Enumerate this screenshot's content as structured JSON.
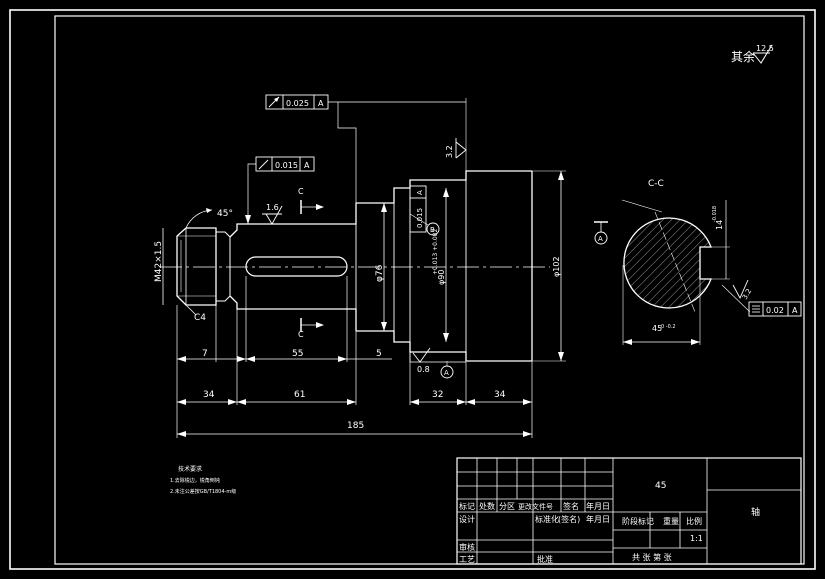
{
  "sheet": {
    "surface_note": "其余",
    "surface_value": "12.5",
    "scale": "1:1"
  },
  "tolerances": {
    "top_runout": {
      "value": "0.025",
      "datum": "A"
    },
    "mid_runout": {
      "value": "0.015",
      "datum": "A"
    },
    "vertical_frame": {
      "value": "0.015",
      "datum": "A"
    },
    "section_frame": {
      "value": "0.02",
      "datum": "A"
    }
  },
  "roughness": {
    "keyway": "1.6",
    "shoulder_top": "3.2",
    "bottom_shoulder": "0.8",
    "section_right": "3.2"
  },
  "labels": {
    "chamfer_angle": "45°",
    "chamfer": "C4",
    "thread": "M42×1.5",
    "section_top": "C",
    "section_bottom": "C",
    "section_title": "C-C",
    "callout_a": "A",
    "callout_b": "B",
    "section_callout": "A",
    "dia_1": "φ76",
    "dia_2": "φ90",
    "dia_3": "φ102",
    "dia_3_tol": "+0.013 +0.002",
    "keyway_width": "14",
    "keyway_tol": "-0.018",
    "section_depth": "45",
    "section_depth_tol": "0 -0.2"
  },
  "dimensions": {
    "d7": "7",
    "d55": "55",
    "d5": "5",
    "d34a": "34",
    "d61": "61",
    "d32": "32",
    "d34b": "34",
    "d185": "185"
  },
  "notes": {
    "heading": "技术要求",
    "line1": "1.去除锐边，锐角倒钝",
    "line2": "2.未注公差按GB/T1804-m级"
  },
  "title_block": {
    "row1": [
      "标记",
      "处数",
      "分区",
      "更改文件号",
      "签名",
      "年月日"
    ],
    "row2": [
      "设计",
      "",
      "标准化",
      "(签名)",
      "年月日"
    ],
    "stage": "阶段标记",
    "weight": "重量",
    "scale_label": "比例",
    "audit": "审核",
    "process": "工艺",
    "approve": "批准",
    "sheet_count": "共  张  第  张",
    "material": "45",
    "part_name": "轴"
  }
}
